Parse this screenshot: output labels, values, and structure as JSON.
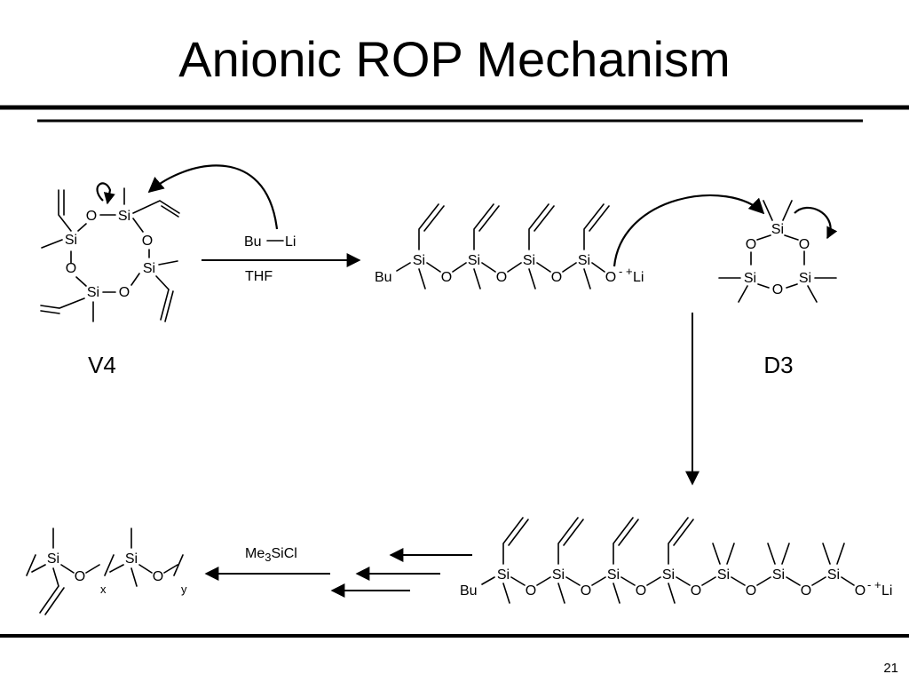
{
  "slide": {
    "title": "Anionic ROP Mechanism",
    "page_number": "21"
  },
  "v4": {
    "label": "V4",
    "atoms": [
      "Si",
      "Si",
      "Si",
      "Si",
      "O",
      "O",
      "O",
      "O"
    ]
  },
  "reagent": {
    "bu": "Bu",
    "li": "Li",
    "solvent": "THF"
  },
  "living_chain": {
    "bu": "Bu",
    "si": "Si",
    "o": "O",
    "charge_o": "O",
    "charge": "- +",
    "li": "Li"
  },
  "d3": {
    "label": "D3",
    "atoms": [
      "Si",
      "Si",
      "Si",
      "O",
      "O",
      "O"
    ]
  },
  "block_chain": {
    "bu": "Bu",
    "si": "Si",
    "o": "O",
    "end_o": "O",
    "charge": "- +",
    "li": "Li"
  },
  "termination": {
    "reagent_prefix": "Me",
    "reagent_sub": "3",
    "reagent_suffix": "SiCl"
  },
  "product": {
    "si": "Si",
    "o": "O",
    "x": "x",
    "y": "y"
  }
}
